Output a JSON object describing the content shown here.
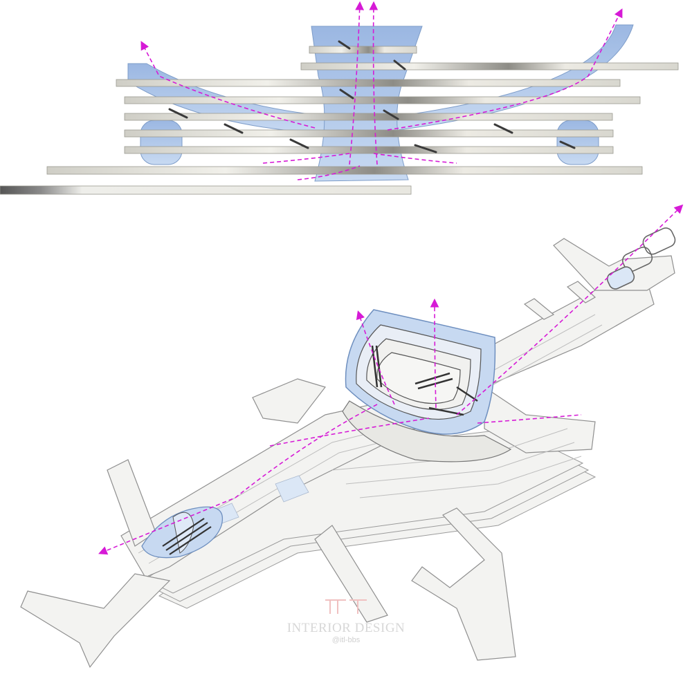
{
  "diagram": {
    "type": "architectural-circulation-diagram",
    "views": [
      "section-elevation",
      "axonometric"
    ],
    "colors": {
      "background": "#ffffff",
      "slab": "#e3e2dc",
      "slab_dark": "#6a6a6a",
      "atrium_glass": "#b4ccec",
      "atrium_edge": "#7d9cc8",
      "flow_arrow": "#d61ad6",
      "plan_fill": "#f3f3f1",
      "plan_edge": "#9a9a9a",
      "escalator": "#3a3a3a"
    },
    "icons": [
      "flow-arrow-icon",
      "escalator-icon",
      "watermark-logo-icon"
    ]
  },
  "watermark": {
    "logo_text": "IT",
    "brand": "INTERIOR DESIGN",
    "handle": "@itl-bbs"
  }
}
